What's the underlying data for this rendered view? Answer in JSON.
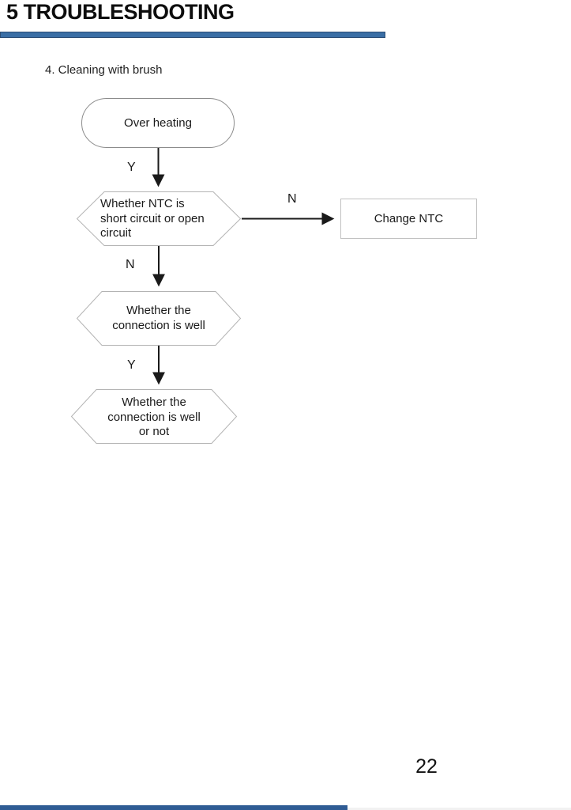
{
  "page": {
    "header": {
      "title": "5 TROUBLESHOOTING"
    },
    "section_label": "4. Cleaning with brush",
    "page_number": "22"
  },
  "colors": {
    "title_rule": "#3a6ea5",
    "title_rule_border": "#2c4d74",
    "footer_bar": "#2f5c94",
    "node_border_dark": "#8c8c8c",
    "node_border_light": "#b3b3b3",
    "arrow": "#1a1a1a"
  },
  "flowchart": {
    "nodes": {
      "start": {
        "type": "terminator",
        "text": "Over heating"
      },
      "decision_ntc": {
        "type": "hexagon",
        "text": "Whether NTC is\nshort circuit or open\ncircuit"
      },
      "action_change_ntc": {
        "type": "process",
        "text": "Change NTC"
      },
      "decision_connection": {
        "type": "hexagon",
        "text": "Whether the\nconnection is well"
      },
      "decision_connection_or_not": {
        "type": "hexagon",
        "text": "Whether the\nconnection is well\nor not"
      }
    },
    "edges": [
      {
        "from": "start",
        "to": "decision_ntc",
        "label": "Y"
      },
      {
        "from": "decision_ntc",
        "to": "action_change_ntc",
        "label": "N"
      },
      {
        "from": "decision_ntc",
        "to": "decision_connection",
        "label": "N"
      },
      {
        "from": "decision_connection",
        "to": "decision_connection_or_not",
        "label": "Y"
      }
    ]
  }
}
